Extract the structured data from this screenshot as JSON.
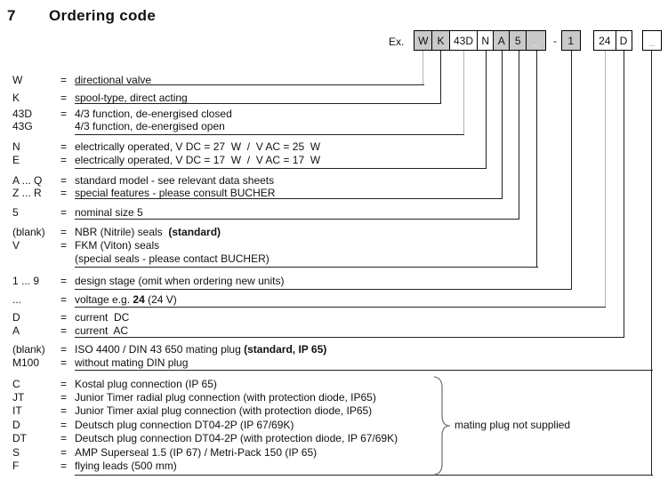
{
  "title": {
    "number": "7",
    "text": "Ordering code"
  },
  "example": {
    "label": "Ex.",
    "separator": "-",
    "groups": [
      {
        "boxes": [
          {
            "t": "W",
            "fill": true
          },
          {
            "t": "K",
            "fill": true
          },
          {
            "t": "43D",
            "fill": false
          },
          {
            "t": "N",
            "fill": false
          },
          {
            "t": "A",
            "fill": true
          },
          {
            "t": "5",
            "fill": true
          },
          {
            "t": "_",
            "fill": true,
            "ph": true
          }
        ]
      },
      {
        "boxes": [
          {
            "t": "1",
            "fill": true
          }
        ]
      },
      {
        "boxes": [
          {
            "t": "24",
            "fill": false
          },
          {
            "t": "D",
            "fill": false
          }
        ]
      },
      {
        "boxes": [
          {
            "t": "_",
            "fill": false,
            "ph": true
          }
        ]
      }
    ]
  },
  "rows": [
    {
      "code": "W",
      "eq": "=",
      "segments": [
        {
          "t": "directional valve"
        }
      ]
    },
    {
      "code": "K",
      "eq": "=",
      "segments": [
        {
          "t": "spool-type, direct acting"
        }
      ]
    },
    {
      "code": "43D",
      "eq": "=",
      "segments": [
        {
          "t": "4/3 function, de-energised closed"
        }
      ]
    },
    {
      "code": "43G",
      "eq": "",
      "segments": [
        {
          "t": "4/3 function, de-energised open"
        }
      ]
    },
    {
      "code": "N",
      "eq": "=",
      "segments": [
        {
          "t": "electrically operated, V DC = 27  W  /  V AC = 25  W"
        }
      ]
    },
    {
      "code": "E",
      "eq": "=",
      "segments": [
        {
          "t": "electrically operated, V DC = 17  W  /  V AC = 17  W"
        }
      ]
    },
    {
      "code": "A ... Q",
      "eq": "=",
      "segments": [
        {
          "t": "standard model - see relevant data sheets"
        }
      ]
    },
    {
      "code": "Z ... R",
      "eq": "=",
      "segments": [
        {
          "t": "special features - please consult BUCHER"
        }
      ]
    },
    {
      "code": "5",
      "eq": "=",
      "segments": [
        {
          "t": "nominal size 5"
        }
      ]
    },
    {
      "code": "(blank)",
      "eq": "=",
      "segments": [
        {
          "t": "NBR (Nitrile) seals  "
        },
        {
          "t": "(standard)",
          "b": true
        }
      ]
    },
    {
      "code": "V",
      "eq": "=",
      "segments": [
        {
          "t": "FKM (Viton) seals"
        }
      ]
    },
    {
      "code": "",
      "eq": "",
      "segments": [
        {
          "t": "(special seals - please contact BUCHER)"
        }
      ]
    },
    {
      "code": "1 ... 9",
      "eq": "=",
      "segments": [
        {
          "t": "design stage (omit when ordering new units)"
        }
      ]
    },
    {
      "code": "...",
      "eq": "=",
      "segments": [
        {
          "t": "voltage e.g. "
        },
        {
          "t": "24",
          "b": true
        },
        {
          "t": " (24 V)"
        }
      ]
    },
    {
      "code": "D",
      "eq": "=",
      "segments": [
        {
          "t": "current  DC"
        }
      ]
    },
    {
      "code": "A",
      "eq": "=",
      "segments": [
        {
          "t": "current  AC"
        }
      ]
    },
    {
      "code": "(blank)",
      "eq": "=",
      "segments": [
        {
          "t": "ISO 4400 / DIN 43 650 mating plug "
        },
        {
          "t": "(standard, IP 65)",
          "b": true
        }
      ]
    },
    {
      "code": "M100",
      "eq": "=",
      "segments": [
        {
          "t": "without mating DIN plug"
        }
      ]
    },
    {
      "code": "C",
      "eq": "=",
      "segments": [
        {
          "t": "Kostal plug connection (IP 65)"
        }
      ]
    },
    {
      "code": "JT",
      "eq": "=",
      "segments": [
        {
          "t": "Junior Timer radial plug connection (with protection diode, IP65)"
        }
      ]
    },
    {
      "code": "IT",
      "eq": "=",
      "segments": [
        {
          "t": "Junior Timer axial plug connection (with protection diode, IP65)"
        }
      ]
    },
    {
      "code": "D",
      "eq": "=",
      "segments": [
        {
          "t": "Deutsch plug connection DT04-2P (IP 67/69K)"
        }
      ]
    },
    {
      "code": "DT",
      "eq": "=",
      "segments": [
        {
          "t": "Deutsch plug connection DT04-2P (with protection diode, IP 67/69K)"
        }
      ]
    },
    {
      "code": "S",
      "eq": "=",
      "segments": [
        {
          "t": "AMP Superseal 1.5 (IP 67) / Metri-Pack 150 (IP 65)"
        }
      ]
    },
    {
      "code": "F",
      "eq": "=",
      "segments": [
        {
          "t": "flying leads (500 mm)"
        }
      ]
    }
  ],
  "brace_label": "mating plug not supplied",
  "colors": {
    "box_fill": "#c9c9c9",
    "line": "#222222",
    "line_muted": "#b3b3b3",
    "placeholder_on_fill": "#ededed",
    "placeholder_on_white": "#999999"
  }
}
